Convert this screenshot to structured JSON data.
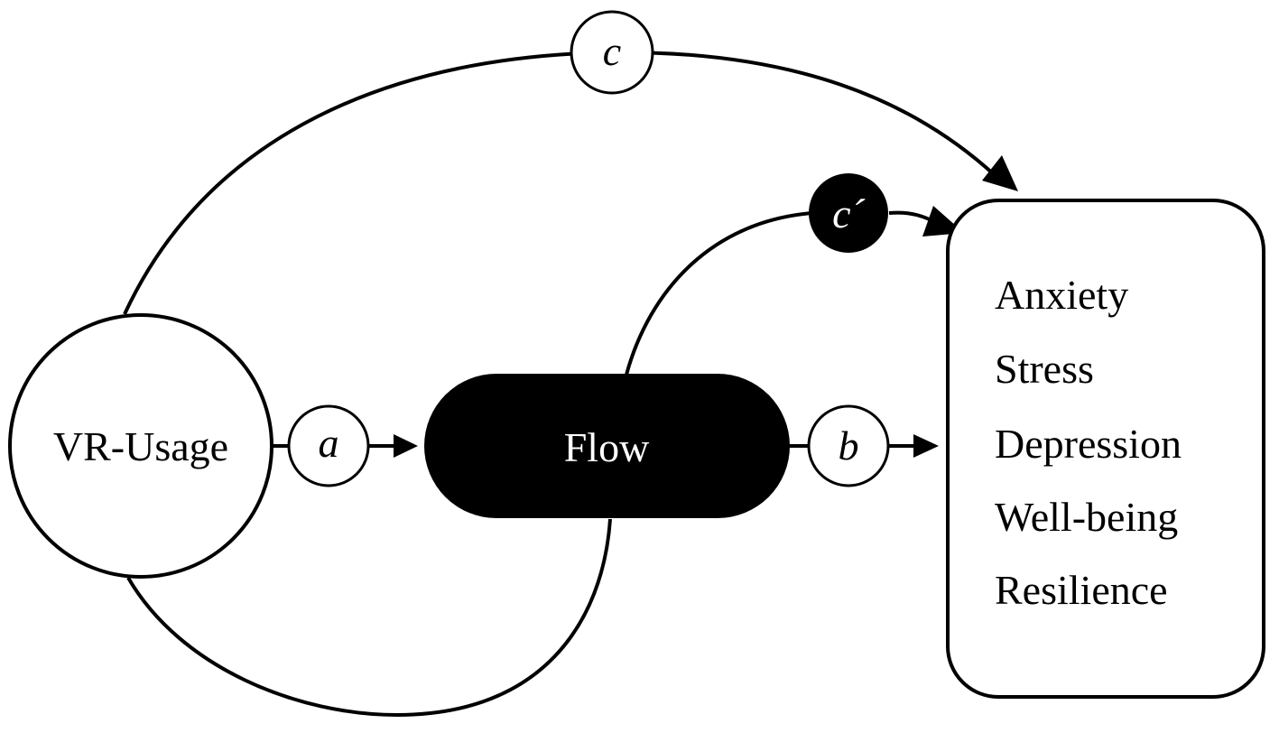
{
  "nodes": {
    "predictor": {
      "label": "VR-Usage"
    },
    "mediator": {
      "label": "Flow"
    },
    "outcomes": {
      "items": [
        "Anxiety",
        "Stress",
        "Depression",
        "Well-being",
        "Resilience"
      ]
    }
  },
  "paths": {
    "a": {
      "label": "a"
    },
    "b": {
      "label": "b"
    },
    "c": {
      "label": "c"
    },
    "c_prime": {
      "label": "c´"
    }
  },
  "colors": {
    "stroke": "#000000",
    "fill_dark": "#000000",
    "fill_light": "#ffffff"
  }
}
